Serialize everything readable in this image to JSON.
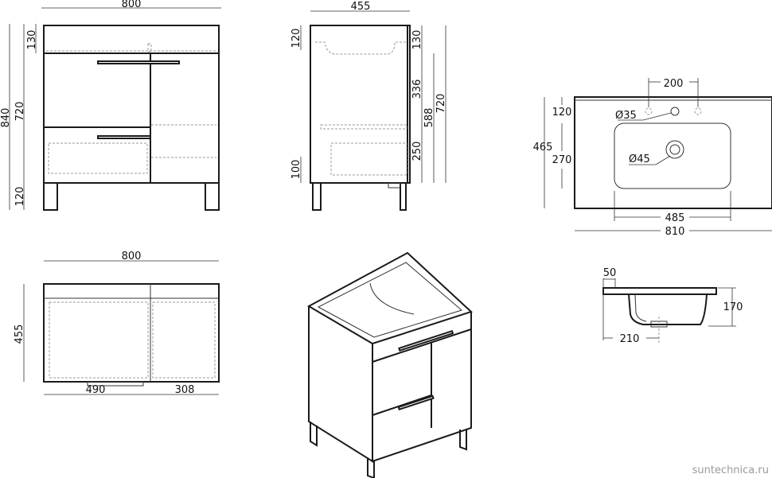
{
  "front_view": {
    "width": "800",
    "countertop_height": "130",
    "body_height": "720",
    "total_height": "840",
    "leg_height": "120"
  },
  "side_view": {
    "depth": "455",
    "top_offset": "120",
    "bottom_offset": "100",
    "top_panel": "130",
    "upper_drawer": "336",
    "lower_drawer": "250",
    "drawers_total": "588",
    "body_height": "720"
  },
  "sink_top_view": {
    "tap_spacing": "200",
    "tap_hole": "Ø35",
    "drain_hole": "Ø45",
    "depth": "465",
    "tap_offset": "120",
    "basin_depth": "270",
    "basin_width": "485",
    "width": "810"
  },
  "plan_view": {
    "width": "800",
    "depth": "455",
    "left_section": "490",
    "right_section": "308"
  },
  "sink_profile": {
    "rim": "50",
    "height": "170",
    "drain_offset": "210"
  },
  "watermark": "suntechnica.ru"
}
